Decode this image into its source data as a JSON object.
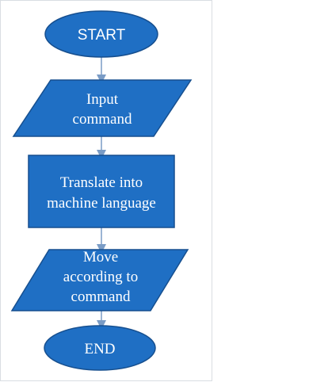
{
  "diagram": {
    "type": "flowchart",
    "colors": {
      "fill": "#1f6fc4",
      "stroke": "#164f8f",
      "arrow": "#7a9cc6",
      "text": "#ffffff"
    },
    "nodes": [
      {
        "id": "start",
        "shape": "terminal",
        "lines": [
          "START"
        ]
      },
      {
        "id": "input",
        "shape": "io",
        "lines": [
          "Input",
          "command"
        ]
      },
      {
        "id": "translate",
        "shape": "process",
        "lines": [
          "Translate into",
          "machine language"
        ]
      },
      {
        "id": "move",
        "shape": "io",
        "lines": [
          "Move",
          "according to",
          "command"
        ]
      },
      {
        "id": "end",
        "shape": "terminal",
        "lines": [
          "END"
        ]
      }
    ]
  }
}
